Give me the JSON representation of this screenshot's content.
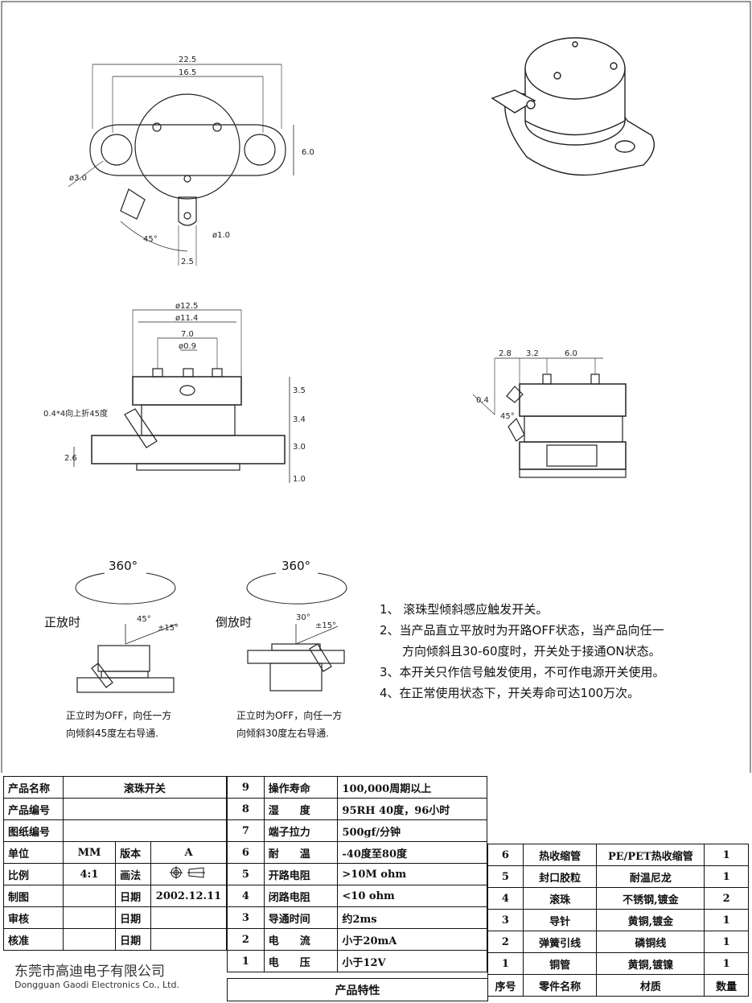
{
  "drawing": {
    "top_view_dims": [
      "22.5",
      "16.5",
      "6.0",
      "ø3.0",
      "45°",
      "ø1.0",
      "2.5"
    ],
    "front_view_dims": [
      "ø12.5",
      "ø11.4",
      "7.0",
      "ø0.9",
      "3.5",
      "3.4",
      "3.0",
      "2.6",
      "1.0"
    ],
    "front_view_note": "0.4*4向上折45度",
    "side_view_dims": [
      "2.8",
      "3.2",
      "6.0",
      "0.4",
      "45°"
    ],
    "upright": {
      "rotation": "360°",
      "label": "正放时",
      "angle": "45°",
      "tolerance": "±15°",
      "caption1": "正立时为OFF，向任一方",
      "caption2": "向倾斜45度左右导通."
    },
    "inverted": {
      "rotation": "360°",
      "label": "倒放时",
      "angle": "30°",
      "tolerance": "±15°",
      "caption1": "正立时为OFF，向任一方",
      "caption2": "向倾斜30度左右导通."
    }
  },
  "notes": [
    "1、 滚珠型倾斜感应触发开关。",
    "2、当产品直立平放时为开路OFF状态，当产品向任一",
    "方向倾斜且30-60度时，开关处于接通ON状态。",
    "3、本开关只作信号触发使用，不可作电源开关使用。",
    "4、在正常使用状态下，开关寿命可达100万次。"
  ],
  "title_block": {
    "product_name_label": "产品名称",
    "product_name": "滚珠开关",
    "product_no_label": "产品编号",
    "product_no": "",
    "drawing_no_label": "图纸编号",
    "drawing_no": "",
    "unit_label": "单位",
    "unit": "MM",
    "version_label": "版本",
    "version": "A",
    "scale_label": "比例",
    "scale": "4:1",
    "method_label": "画法",
    "drawn_label": "制图",
    "reviewed_label": "审核",
    "approved_label": "核准",
    "date_label": "日期",
    "date": "2002.12.11"
  },
  "specs": [
    {
      "no": "9",
      "name": "操作寿命",
      "value": "100,000周期以上"
    },
    {
      "no": "8",
      "name": "湿　　度",
      "value": "95RH 40度，96小时"
    },
    {
      "no": "7",
      "name": "端子拉力",
      "value": "500gf/分钟"
    },
    {
      "no": "6",
      "name": "耐　　温",
      "value": "-40度至80度"
    },
    {
      "no": "5",
      "name": "开路电阻",
      "value": ">10M ohm"
    },
    {
      "no": "4",
      "name": "闭路电阻",
      "value": "<10 ohm"
    },
    {
      "no": "3",
      "name": "导通时间",
      "value": "约2ms"
    },
    {
      "no": "2",
      "name": "电　　流",
      "value": "小于20mA"
    },
    {
      "no": "1",
      "name": "电　　压",
      "value": "小于12V"
    }
  ],
  "specs_footer": "产品特性",
  "parts": [
    {
      "no": "6",
      "name": "热收缩管",
      "material": "PE/PET热收缩管",
      "qty": "1"
    },
    {
      "no": "5",
      "name": "封口胶粒",
      "material": "耐温尼龙",
      "qty": "1"
    },
    {
      "no": "4",
      "name": "滚珠",
      "material": "不锈钢,镀金",
      "qty": "2"
    },
    {
      "no": "3",
      "name": "导针",
      "material": "黄铜,镀金",
      "qty": "1"
    },
    {
      "no": "2",
      "name": "弹簧引线",
      "material": "磷铜线",
      "qty": "1"
    },
    {
      "no": "1",
      "name": "铜管",
      "material": "黄铜,镀镍",
      "qty": "1"
    }
  ],
  "parts_header": {
    "no": "序号",
    "name": "零件名称",
    "material": "材质",
    "qty": "数量"
  },
  "company": {
    "cn": "东莞市高迪电子有限公司",
    "en": "Dongguan Gaodi Electronics Co., Ltd."
  }
}
